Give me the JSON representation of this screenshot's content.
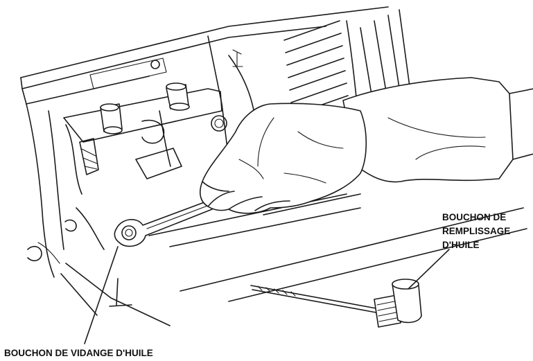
{
  "labels": {
    "oil_fill_cap": [
      "BOUCHON DE",
      "REMPLISSAGE",
      "D'HUILE"
    ],
    "oil_drain_plug": "BOUCHON DE VIDANGE D'HUILE"
  }
}
